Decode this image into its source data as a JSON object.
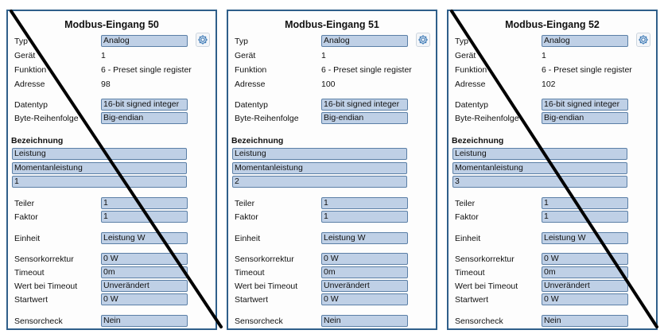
{
  "labels": {
    "typ": "Typ",
    "geraet": "Gerät",
    "funktion": "Funktion",
    "adresse": "Adresse",
    "datentyp": "Datentyp",
    "byte": "Byte-Reihenfolge",
    "bezeichnung": "Bezeichnung",
    "teiler": "Teiler",
    "faktor": "Faktor",
    "einheit": "Einheit",
    "sensorkorrektur": "Sensorkorrektur",
    "timeout": "Timeout",
    "wert_timeout": "Wert bei Timeout",
    "startwert": "Startwert",
    "sensorcheck": "Sensorcheck"
  },
  "panels": [
    {
      "title": "Modbus-Eingang 50",
      "typ": "Analog",
      "geraet": "1",
      "funktion": "6 - Preset single register",
      "adresse": "98",
      "datentyp": "16-bit signed integer",
      "byte": "Big-endian",
      "bezeichnung": [
        "Leistung",
        "Momentanleistung",
        "1"
      ],
      "teiler": "1",
      "faktor": "1",
      "einheit": "Leistung W",
      "sensorkorrektur": "0 W",
      "timeout": "0m",
      "wert_timeout": "Unverändert",
      "startwert": "0 W",
      "sensorcheck": "Nein",
      "crossed": true
    },
    {
      "title": "Modbus-Eingang 51",
      "typ": "Analog",
      "geraet": "1",
      "funktion": "6 - Preset single register",
      "adresse": "100",
      "datentyp": "16-bit signed integer",
      "byte": "Big-endian",
      "bezeichnung": [
        "Leistung",
        "Momentanleistung",
        "2"
      ],
      "teiler": "1",
      "faktor": "1",
      "einheit": "Leistung W",
      "sensorkorrektur": "0 W",
      "timeout": "0m",
      "wert_timeout": "Unverändert",
      "startwert": "0 W",
      "sensorcheck": "Nein",
      "crossed": false
    },
    {
      "title": "Modbus-Eingang 52",
      "typ": "Analog",
      "geraet": "1",
      "funktion": "6 - Preset single register",
      "adresse": "102",
      "datentyp": "16-bit signed integer",
      "byte": "Big-endian",
      "bezeichnung": [
        "Leistung",
        "Momentanleistung",
        "3"
      ],
      "teiler": "1",
      "faktor": "1",
      "einheit": "Leistung W",
      "sensorkorrektur": "0 W",
      "timeout": "0m",
      "wert_timeout": "Unverändert",
      "startwert": "0 W",
      "sensorcheck": "Nein",
      "crossed": true
    }
  ],
  "colors": {
    "panel_border": "#2f5f8a",
    "field_fill": "#bfd0e6",
    "field_border": "#5b7fa6",
    "strike_line": "#000000",
    "gear_icon": "#3a78b5"
  }
}
